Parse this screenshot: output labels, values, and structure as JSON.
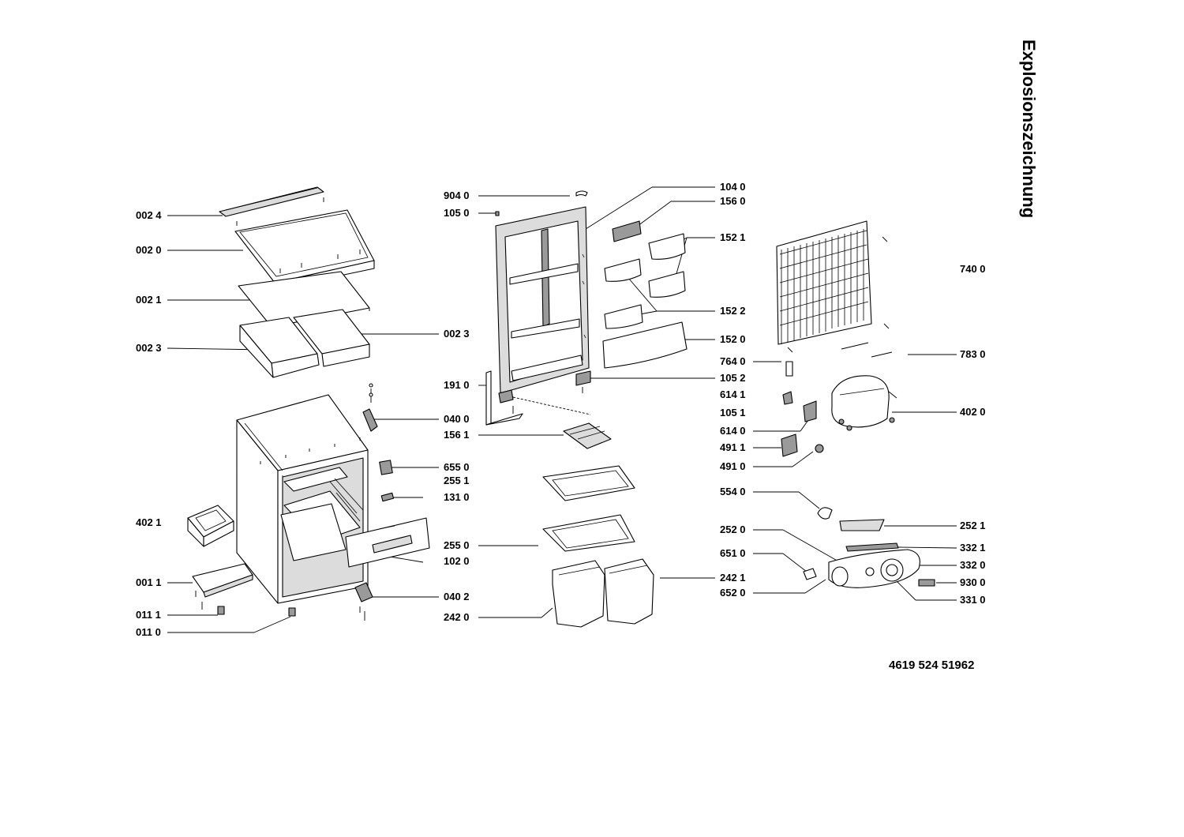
{
  "title": "Explosionszeichnung",
  "document_number": "4619 524 51962",
  "labels": {
    "l0024": "002 4",
    "l0020": "002 0",
    "l0021": "002 1",
    "l0023a": "002 3",
    "l0023b": "002 3",
    "l4021": "402 1",
    "l0011": "001 1",
    "l0111": "011 1",
    "l0110": "011 0",
    "l9040": "904 0",
    "l1050": "105 0",
    "l1910": "191 0",
    "l0400": "040 0",
    "l1561": "156 1",
    "l6550": "655 0",
    "l2551": "255 1",
    "l1310": "131 0",
    "l2550": "255 0",
    "l1020": "102 0",
    "l0402": "040 2",
    "l2420": "242 0",
    "l1040": "104 0",
    "l1560": "156 0",
    "l1521": "152 1",
    "l1522": "152 2",
    "l1520": "152 0",
    "l7640": "764 0",
    "l1052": "105 2",
    "l6141": "614 1",
    "l1051": "105 1",
    "l6140": "614 0",
    "l4911": "491 1",
    "l4910": "491 0",
    "l5540": "554 0",
    "l2520": "252 0",
    "l6510": "651 0",
    "l6520": "652 0",
    "l2421": "242 1",
    "l7400": "740 0",
    "l7830": "783 0",
    "l4020": "402 0",
    "l2521": "252 1",
    "l3321": "332 1",
    "l3320": "332 0",
    "l9300": "930 0",
    "l3310": "331 0"
  }
}
